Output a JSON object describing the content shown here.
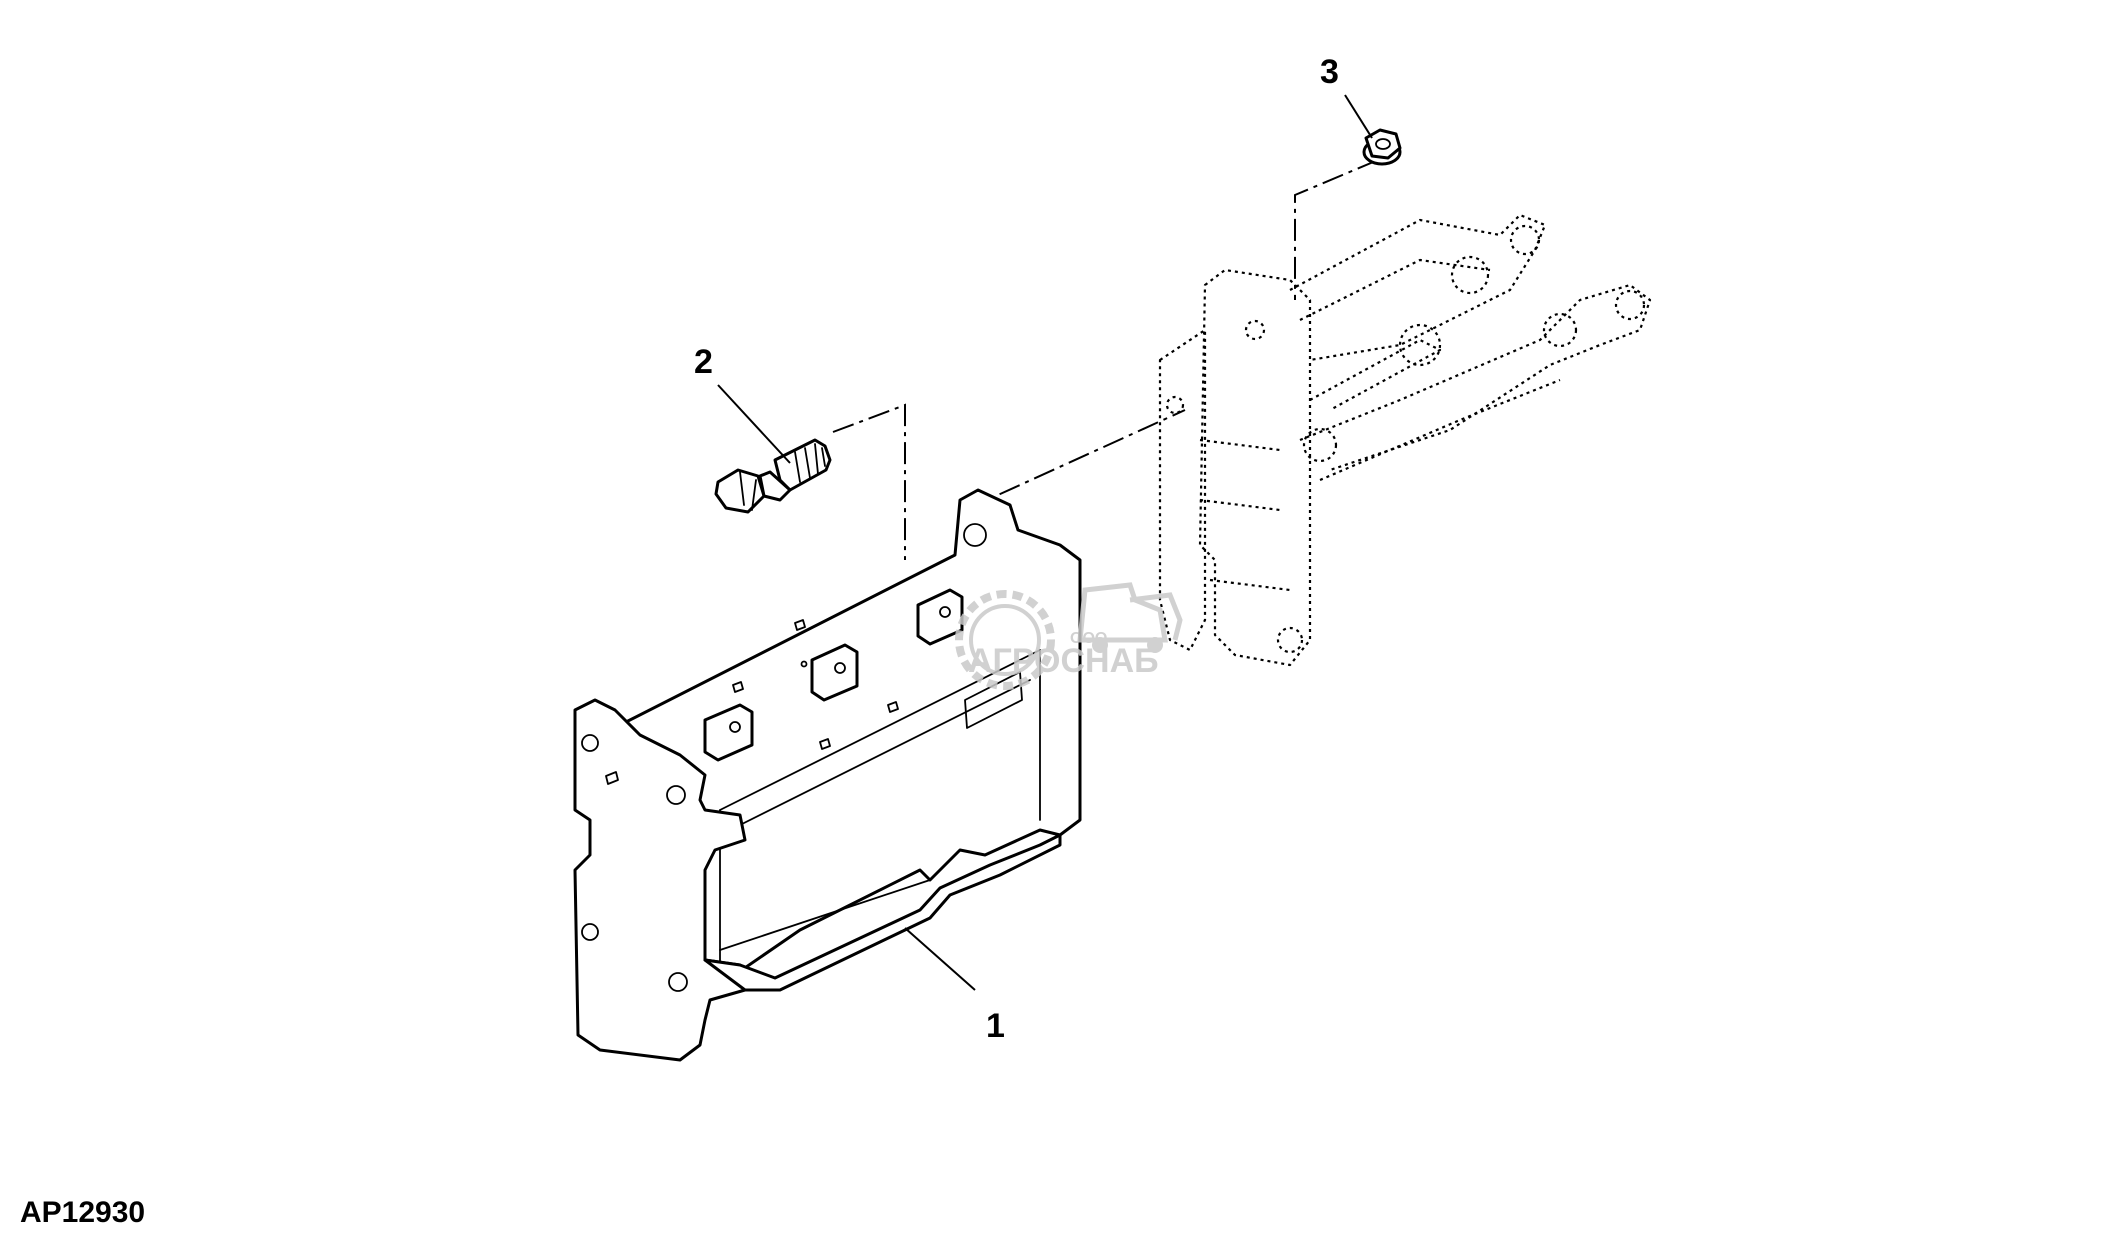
{
  "figure_code": "AP12930",
  "callouts": [
    {
      "id": "1",
      "label": "1"
    },
    {
      "id": "2",
      "label": "2"
    },
    {
      "id": "3",
      "label": "3"
    }
  ],
  "watermark": {
    "small_text": "ООО",
    "brand_text": "АГРОСНАБ"
  },
  "colors": {
    "line": "#000000",
    "background": "#ffffff",
    "watermark": "#c9c9c9"
  }
}
